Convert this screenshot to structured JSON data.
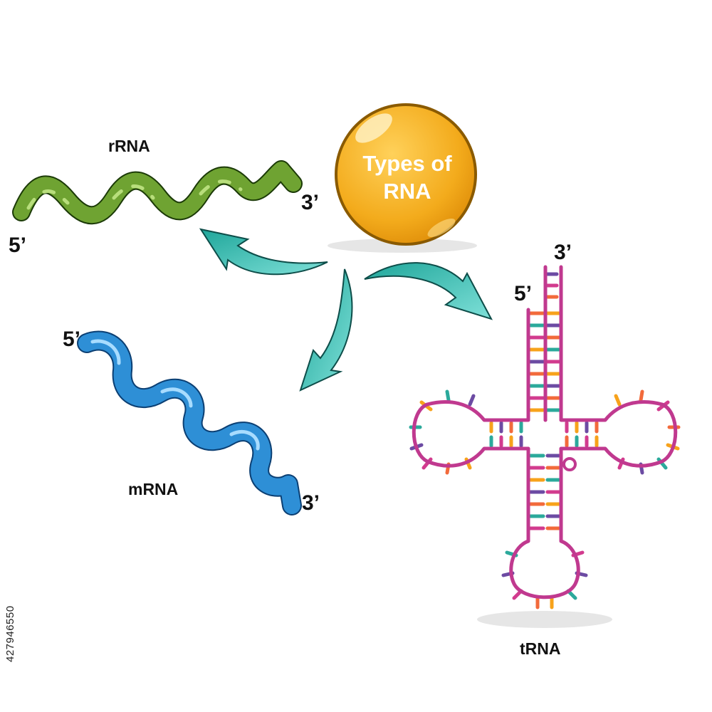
{
  "center": {
    "title_line1": "Types of",
    "title_line2": "RNA"
  },
  "rrna": {
    "label": "rRNA",
    "end5": "5’",
    "end3": "3’"
  },
  "mrna": {
    "label": "mRNA",
    "end5": "5’",
    "end3": "3’"
  },
  "trna": {
    "label": "tRNA",
    "end5": "5’",
    "end3": "3’"
  },
  "stock_id": "427946550",
  "colors": {
    "rrna": "#6fa332",
    "mrna": "#2e8fd6",
    "center_ball": "#f3ab1c",
    "arrows": "#2bb8ad",
    "trna_backbone": "#c0398f",
    "trna_bases": [
      "#f26a3b",
      "#f7a21b",
      "#2ba99b",
      "#6c4ba3",
      "#d23b8e"
    ]
  }
}
